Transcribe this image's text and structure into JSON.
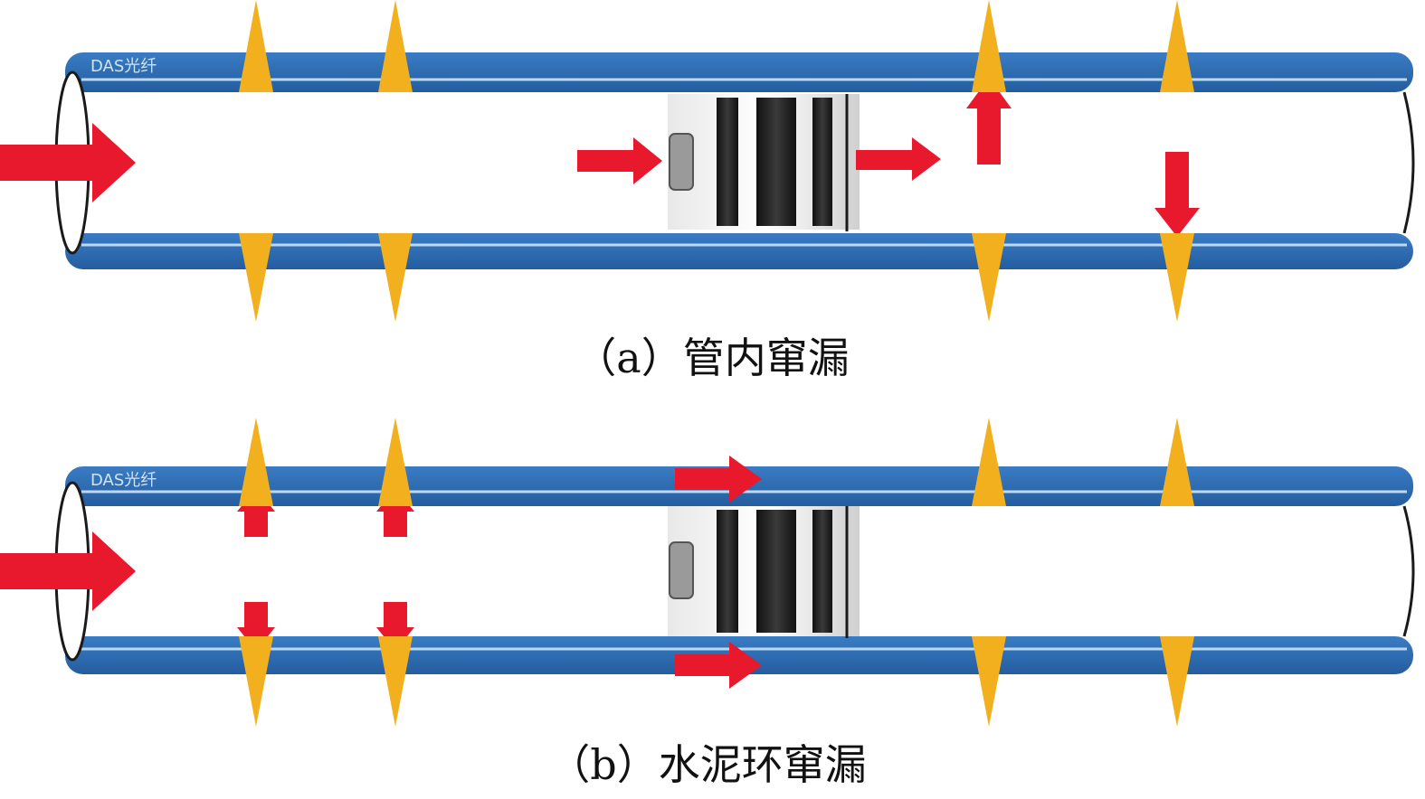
{
  "panels": [
    {
      "id": "a",
      "caption": "（a）管内窜漏",
      "fiber_label": "DAS光纤",
      "scenario": "leak-inside-pipe"
    },
    {
      "id": "b",
      "caption": "（b）水泥环窜漏",
      "fiber_label": "DAS光纤",
      "scenario": "leak-through-cement-ring"
    }
  ],
  "colors": {
    "pipe_wall": "#2f6db3",
    "pipe_wall_dark": "#1f4f88",
    "fiber_line": "#bcd8f2",
    "flow_arrow": "#e8192c",
    "signal_spike": "#f2b01e",
    "pipe_inner": "#ffffff"
  }
}
